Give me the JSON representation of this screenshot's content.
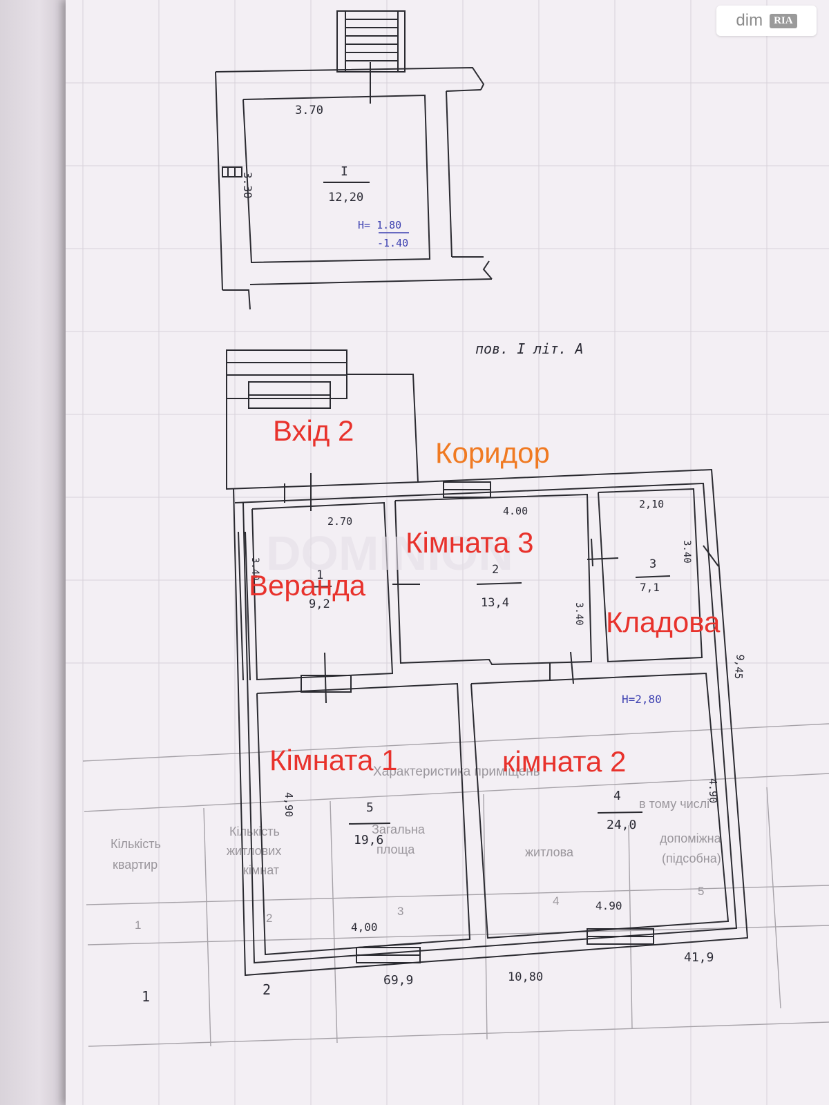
{
  "brand": {
    "dim": "dim",
    "ria": "RIA"
  },
  "watermark_center": "DOMINION",
  "storey_label": "пов. І літ. А",
  "cellar": {
    "dim_top": "3.70",
    "dim_side": "3.30",
    "room_number": "I",
    "room_area": "12,20",
    "height_top": "H= 1.80",
    "height_bottom": "-1.40"
  },
  "rooms": {
    "r1": {
      "number": "1",
      "area": "9,2",
      "dim_top": "2.70",
      "dim_side": "3.40"
    },
    "r2": {
      "number": "2",
      "area": "13,4",
      "dim_top": "4.00",
      "dim_side": "3.40"
    },
    "r3": {
      "number": "3",
      "area": "7,1",
      "dim_top": "2,10",
      "dim_side": "3.40"
    },
    "r4": {
      "number": "4",
      "area": "24,0",
      "dim_side": "4.90",
      "dim_bottom": "4.90"
    },
    "r5": {
      "number": "5",
      "area": "19,6",
      "dim_side": "4,90",
      "dim_bottom": "4,00"
    }
  },
  "overall": {
    "width": "10,80",
    "depth": "9,45",
    "height_note": "H=2,80"
  },
  "labels": {
    "entrance2": "Вхід 2",
    "corridor": "Коридор",
    "room3": "Кімната 3",
    "veranda": "Веранда",
    "pantry": "Кладова",
    "room1": "Кімната 1",
    "room2": "кімната 2"
  },
  "background_table": {
    "title": "Характеристика приміщень",
    "subheader": "в тому числі",
    "col1": [
      "Кількість",
      "квартир"
    ],
    "col2": [
      "Кількість",
      "житлових",
      "кімнат"
    ],
    "col3": [
      "Загальна",
      "площа"
    ],
    "col4": "житлова",
    "col5": [
      "допоміжна",
      "(підсобна)"
    ],
    "numbers": [
      "1",
      "2",
      "3",
      "4",
      "5"
    ],
    "row_values": [
      "1",
      "2",
      "69,9",
      "",
      "41,9"
    ]
  }
}
